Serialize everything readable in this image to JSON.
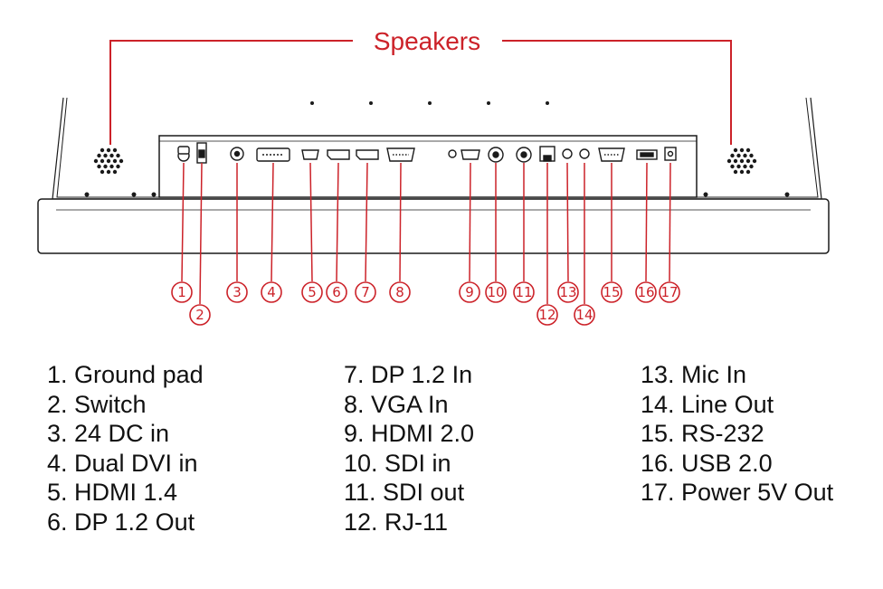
{
  "title": "Speakers",
  "colors": {
    "accent": "#cc2229",
    "line": "#1a1a1a",
    "text": "#111111"
  },
  "callouts": [
    {
      "num": "1",
      "row": 1
    },
    {
      "num": "2",
      "row": 2
    },
    {
      "num": "3",
      "row": 1
    },
    {
      "num": "4",
      "row": 1
    },
    {
      "num": "5",
      "row": 1
    },
    {
      "num": "6",
      "row": 1
    },
    {
      "num": "7",
      "row": 1
    },
    {
      "num": "8",
      "row": 1
    },
    {
      "num": "9",
      "row": 1
    },
    {
      "num": "10",
      "row": 1
    },
    {
      "num": "11",
      "row": 1
    },
    {
      "num": "12",
      "row": 2
    },
    {
      "num": "13",
      "row": 1
    },
    {
      "num": "14",
      "row": 2
    },
    {
      "num": "15",
      "row": 1
    },
    {
      "num": "16",
      "row": 1
    },
    {
      "num": "17",
      "row": 1
    }
  ],
  "legend_columns": [
    [
      "1. Ground pad",
      "2. Switch",
      "3. 24 DC in",
      "4. Dual DVI in",
      "5. HDMI 1.4",
      "6. DP 1.2 Out"
    ],
    [
      "7. DP 1.2 In",
      "8. VGA In",
      "9. HDMI 2.0",
      "10. SDI in",
      "11. SDI out",
      "12. RJ-11"
    ],
    [
      "13. Mic In",
      "14. Line Out",
      "15. RS-232",
      "16. USB 2.0",
      "17. Power 5V Out"
    ]
  ]
}
